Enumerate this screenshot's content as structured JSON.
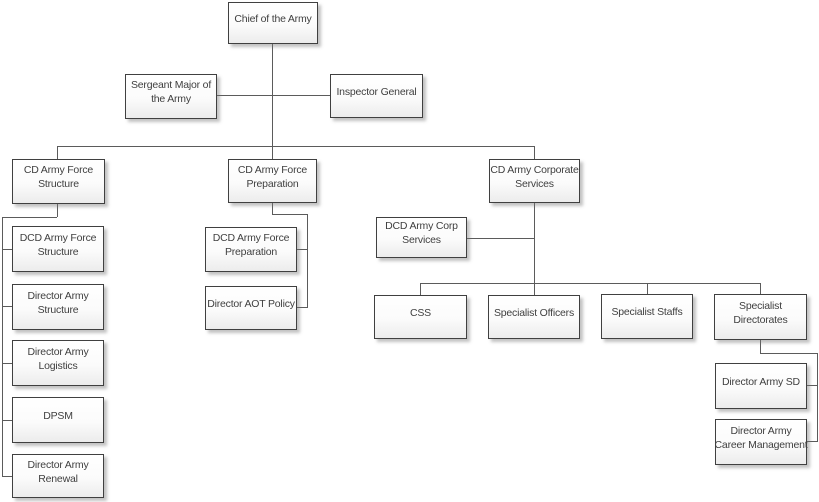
{
  "diagram": {
    "type": "org-chart",
    "title": "Army organisational structure chart"
  },
  "nodes": {
    "chief": {
      "label": "Chief of the Army"
    },
    "sergeant_major": {
      "label": "Sergeant Major of\nthe Army"
    },
    "inspector_general": {
      "label": "Inspector General"
    },
    "cd_army_force_structure": {
      "label": "CD Army Force\nStructure"
    },
    "cd_army_force_preparation": {
      "label": "CD Army Force\nPreparation"
    },
    "cd_army_corporate_services": {
      "label": "CD Army Corporate\nServices"
    },
    "dcd_army_force_structure": {
      "label": "DCD Army Force\nStructure"
    },
    "director_army_structure": {
      "label": "Director Army\nStructure"
    },
    "director_army_logistics": {
      "label": "Director Army\nLogistics"
    },
    "dpsm": {
      "label": "DPSM"
    },
    "director_army_renewal": {
      "label": "Director Army\nRenewal"
    },
    "dcd_army_force_preparation": {
      "label": "DCD Army Force\nPreparation"
    },
    "director_aot_policy": {
      "label": "Director AOT Policy"
    },
    "dcd_army_corp_services": {
      "label": "DCD Army Corp\nServices"
    },
    "css": {
      "label": "CSS"
    },
    "specialist_officers": {
      "label": "Specialist Officers"
    },
    "specialist_staffs": {
      "label": "Specialist Staffs"
    },
    "specialist_directorates": {
      "label": "Specialist\nDirectorates"
    },
    "director_army_sd": {
      "label": "Director Army SD"
    },
    "director_army_career_management": {
      "label": "Director Army\nCareer Management"
    }
  },
  "edges": [
    {
      "from": "chief",
      "to": "sergeant_major",
      "style": "staff"
    },
    {
      "from": "chief",
      "to": "inspector_general",
      "style": "staff"
    },
    {
      "from": "chief",
      "to": "cd_army_force_structure"
    },
    {
      "from": "chief",
      "to": "cd_army_force_preparation"
    },
    {
      "from": "chief",
      "to": "cd_army_corporate_services"
    },
    {
      "from": "cd_army_force_structure",
      "to": "dcd_army_force_structure"
    },
    {
      "from": "cd_army_force_structure",
      "to": "director_army_structure"
    },
    {
      "from": "cd_army_force_structure",
      "to": "director_army_logistics"
    },
    {
      "from": "cd_army_force_structure",
      "to": "dpsm"
    },
    {
      "from": "cd_army_force_structure",
      "to": "director_army_renewal"
    },
    {
      "from": "cd_army_force_preparation",
      "to": "dcd_army_force_preparation"
    },
    {
      "from": "cd_army_force_preparation",
      "to": "director_aot_policy"
    },
    {
      "from": "cd_army_corporate_services",
      "to": "dcd_army_corp_services",
      "style": "staff"
    },
    {
      "from": "cd_army_corporate_services",
      "to": "css"
    },
    {
      "from": "cd_army_corporate_services",
      "to": "specialist_officers"
    },
    {
      "from": "cd_army_corporate_services",
      "to": "specialist_staffs"
    },
    {
      "from": "cd_army_corporate_services",
      "to": "specialist_directorates"
    },
    {
      "from": "specialist_directorates",
      "to": "director_army_sd"
    },
    {
      "from": "specialist_directorates",
      "to": "director_army_career_management"
    }
  ],
  "colors": {
    "box_border": "#404040",
    "box_fill_top": "#ffffff",
    "box_fill_bottom": "#ececec",
    "connector_line": "#5b5b5b",
    "text": "#3f3f3f",
    "background": "#ffffff"
  }
}
